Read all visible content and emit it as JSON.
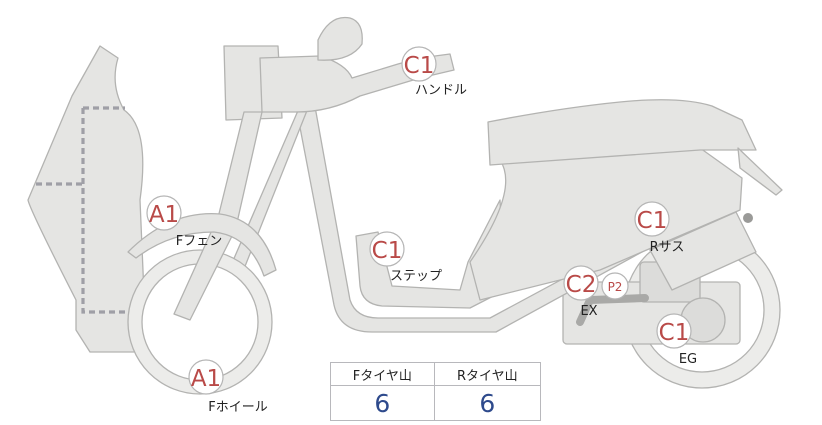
{
  "parts": [
    {
      "id": "handle",
      "grade": "C1",
      "label": "ハンドル"
    },
    {
      "id": "f-fender",
      "grade": "A1",
      "label": "Fフェン"
    },
    {
      "id": "step",
      "grade": "C1",
      "label": "ステップ"
    },
    {
      "id": "r-suspension",
      "grade": "C1",
      "label": "Rサス"
    },
    {
      "id": "exhaust",
      "grade": "C2",
      "sub": "P2",
      "label": "EX"
    },
    {
      "id": "engine",
      "grade": "C1",
      "label": "EG"
    },
    {
      "id": "f-wheel",
      "grade": "A1",
      "label": "Fホイール"
    }
  ],
  "tread_table": {
    "headers": [
      "Fタイヤ山",
      "Rタイヤ山"
    ],
    "values": [
      "6",
      "6"
    ]
  },
  "colors": {
    "body": "#e5e5e3",
    "outline": "#b3b3b1",
    "grade_text": "#b94a48",
    "tread_value": "#2e4a8c",
    "dashed_line": "#9f9fa6"
  }
}
